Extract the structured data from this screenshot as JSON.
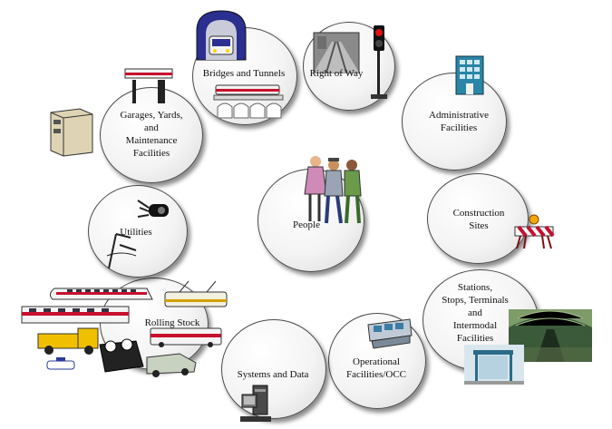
{
  "diagram": {
    "center": {
      "label": "People"
    },
    "nodes": [
      {
        "id": "bridges",
        "label": "Bridges and Tunnels"
      },
      {
        "id": "row",
        "label": "Right of Way"
      },
      {
        "id": "admin",
        "label": "Administrative\nFacilities"
      },
      {
        "id": "construction",
        "label": "Construction\nSites"
      },
      {
        "id": "stations",
        "label": "Stations,\nStops, Terminals\nand\nIntermodal\nFacilities"
      },
      {
        "id": "occ",
        "label": "Operational\nFacilities/OCC"
      },
      {
        "id": "systems",
        "label": "Systems and Data"
      },
      {
        "id": "rolling",
        "label": "Rolling Stock"
      },
      {
        "id": "utilities",
        "label": "Utilities"
      },
      {
        "id": "garages",
        "label": "Garages, Yards,\nand\nMaintenance\nFacilities"
      }
    ]
  }
}
